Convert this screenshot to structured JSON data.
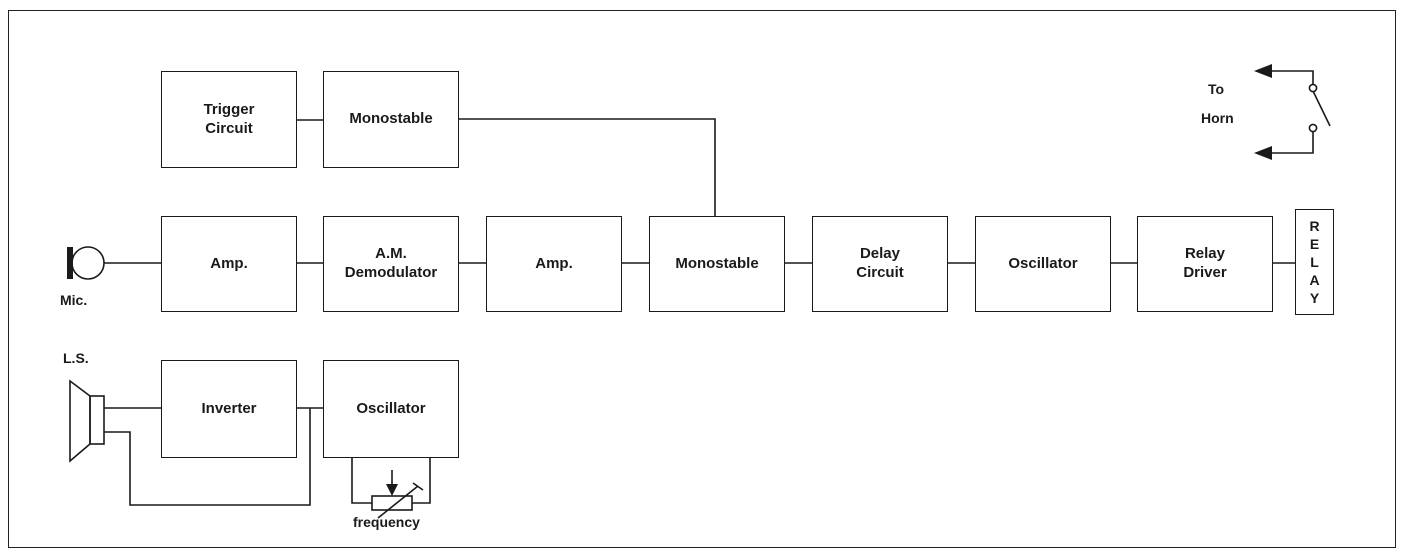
{
  "blocks": {
    "trigger": [
      "Trigger",
      "Circuit"
    ],
    "monostable_top": [
      "Monostable"
    ],
    "amp1": [
      "Amp."
    ],
    "am_demod": [
      "A.M.",
      "Demodulator"
    ],
    "amp2": [
      "Amp."
    ],
    "monostable_mid": [
      "Monostable"
    ],
    "delay": [
      "Delay",
      "Circuit"
    ],
    "oscillator_mid": [
      "Oscillator"
    ],
    "relay_driver": [
      "Relay",
      "Driver"
    ],
    "inverter": [
      "Inverter"
    ],
    "oscillator_bottom": [
      "Oscillator"
    ]
  },
  "relay_letters": [
    "R",
    "E",
    "L",
    "A",
    "Y"
  ],
  "labels": {
    "mic": "Mic.",
    "ls": "L.S.",
    "frequency": "frequency",
    "to": "To",
    "horn": "Horn"
  }
}
